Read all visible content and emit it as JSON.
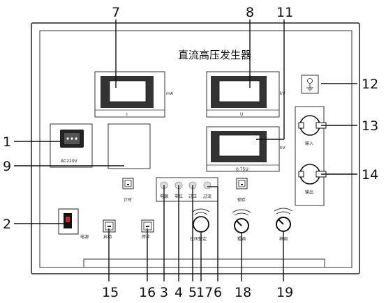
{
  "panel": {
    "title": "直流高压发生器",
    "meter_ma": {
      "unit": "mA",
      "symbol": "I"
    },
    "meter_kv": {
      "unit": "kV",
      "symbol": "U"
    },
    "meter_kv2": {
      "unit": "kV",
      "caption": "0.75U"
    },
    "socket_label": "AC220V",
    "power_label": "电源",
    "timer_label": "计时",
    "store_label": "锁存",
    "start_label": "启动",
    "stop_label": "停止",
    "overvoltage_set_label": "过压整定",
    "coarse_label": "粗调",
    "fine_label": "细调",
    "input_label": "输入",
    "output_label": "输出",
    "indicators": [
      "电源",
      "零位",
      "过压",
      "过流"
    ]
  },
  "callouts": {
    "c1": "1",
    "c2": "2",
    "c3": "3",
    "c4": "4",
    "c5": "5",
    "c6": "6",
    "c7": "7",
    "c8": "8",
    "c9": "9",
    "c11": "11",
    "c12": "12",
    "c13": "13",
    "c14": "14",
    "c15": "15",
    "c16": "16",
    "c17": "17",
    "c18": "18",
    "c19": "19"
  }
}
